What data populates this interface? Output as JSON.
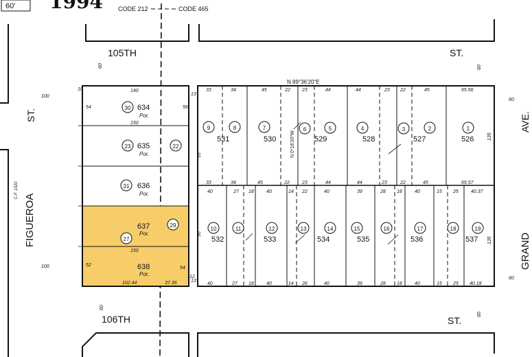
{
  "header": {
    "year": "1994",
    "code_left": "CODE 212",
    "code_right": "CODE 465",
    "corner_tag": "60'"
  },
  "streets": {
    "north_a": "105TH",
    "north_b": "ST.",
    "south_a": "106TH",
    "south_b": "ST.",
    "west_a": "ST.",
    "west_b": "FIGUEROA",
    "east_a": "AVE.",
    "east_b": "GRAND"
  },
  "widths": {
    "north_w": "60",
    "north_e": "60",
    "south_w": "60",
    "south_e": "60",
    "west_top": "100",
    "west_bottom": "100",
    "east_top": "60",
    "east_bottom": "60",
    "cf": "C.F. 1320"
  },
  "bearings": {
    "top": "N 89°36'20\"E",
    "mid": "N 0°16'20\"W"
  },
  "highlight_color": "#f7cd6a",
  "west_block": {
    "parcels": [
      {
        "circle": "30",
        "lot": "634",
        "por": "Por."
      },
      {
        "circle": "23",
        "lot": "635",
        "por": "Por.",
        "extra": "22"
      },
      {
        "circle": "31",
        "lot": "636",
        "por": "Por."
      },
      {
        "circle": "27",
        "lot": "637",
        "por": "Por.",
        "extra": "29"
      },
      {
        "lot": "638",
        "por": "Por."
      }
    ],
    "dims": {
      "top": "140",
      "mid": "150",
      "lower_mid": "150",
      "bottom_a": "102.44",
      "bottom_b": "37.36",
      "left_top": "54",
      "right_top": "56",
      "left_bottom": "52",
      "right_bottom": "54",
      "tick1": "10",
      "tick2": "12"
    }
  },
  "east_block": {
    "upper_circles": [
      "9",
      "8",
      "7",
      "6",
      "5",
      "4",
      "3",
      "2",
      "1"
    ],
    "upper_lots": [
      "531",
      "530",
      "529",
      "528",
      "527",
      "526"
    ],
    "upper_dims": [
      "33",
      "34",
      "45",
      "22",
      "23",
      "44",
      "44",
      "23",
      "22",
      "45",
      "65.56"
    ],
    "mid_dims_a": [
      "33",
      "34",
      "45",
      "22",
      "23",
      "44",
      "44",
      "23",
      "22",
      "45",
      "65.57"
    ],
    "mid_dims_b": [
      "40",
      "27",
      "18",
      "40",
      "14",
      "22",
      "40",
      "39",
      "28",
      "18",
      "40",
      "15",
      "25",
      "40.37"
    ],
    "lower_circles": [
      "10",
      "11",
      "12",
      "13",
      "14",
      "15",
      "16",
      "17",
      "18",
      "19"
    ],
    "lower_lots": [
      "532",
      "533",
      "534",
      "535",
      "536",
      "537"
    ],
    "bottom_dims": [
      "40",
      "27",
      "18",
      "40",
      "14",
      "26",
      "40",
      "39",
      "28",
      "18",
      "40",
      "15",
      "25",
      "40.18"
    ],
    "side_dims": {
      "left_upper": "33",
      "left_lower": "36",
      "right_upper": "135",
      "right_lower": "135",
      "left_tick": "13",
      "left_tick2": "13"
    }
  }
}
